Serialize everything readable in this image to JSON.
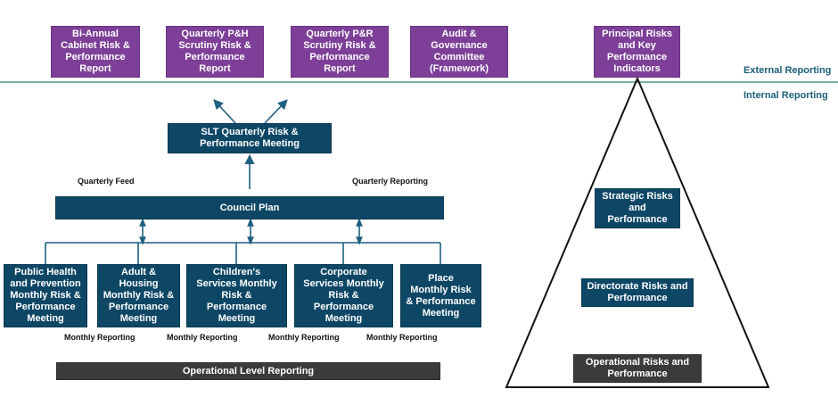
{
  "external_reports": [
    "Bi-Annual\nCabinet Risk &\nPerformance\nReport",
    "Quarterly P&H\nScrutiny Risk &\nPerformance\nReport",
    "Quarterly P&R\nScrutiny Risk &\nPerformance\nReport",
    "Audit &\nGovernance\nCommittee\n(Framework)",
    "Principal Risks\nand Key\nPerformance\nIndicators"
  ],
  "divider": {
    "external_label": "External Reporting",
    "internal_label": "Internal Reporting"
  },
  "slt_meeting": "SLT Quarterly Risk &\nPerformance Meeting",
  "feeds": {
    "quarterly_feed": "Quarterly Feed",
    "quarterly_reporting": "Quarterly Reporting"
  },
  "council_plan": "Council Plan",
  "directorate_meetings": [
    "Public Health\nand Prevention\nMonthly Risk &\nPerformance\nMeeting",
    "Adult &\nHousing\nMonthly Risk &\nPerformance\nMeeting",
    "Children's\nServices Monthly\nRisk &\nPerformance\nMeeting",
    "Corporate\nServices Monthly\nRisk &\nPerformance\nMeeting",
    "Place\nMonthly Risk\n& Performance\nMeeting"
  ],
  "monthly_reporting": [
    "Monthly Reporting",
    "Monthly Reporting",
    "Monthly Reporting",
    "Monthly Reporting"
  ],
  "operational_level": "Operational Level Reporting",
  "pyramid": {
    "strategic": "Strategic Risks\nand\nPerformance",
    "directorate": "Directorate Risks and\nPerformance",
    "operational": "Operational Risks and\nPerformance"
  },
  "colors": {
    "purple": "#7d3f98",
    "navy": "#0e4766",
    "dark_grey": "#3b3b3b",
    "divider_green": "#4a9a7e",
    "label_teal": "#1b5f7a"
  }
}
